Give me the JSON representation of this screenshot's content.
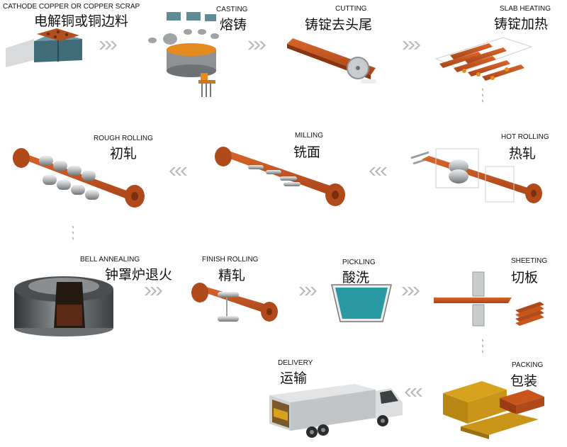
{
  "steps": [
    {
      "en": "CATHODE COPPER OR COPPER SCRAP",
      "zh": "电解铜或铜边料"
    },
    {
      "en": "CASTING",
      "zh": "熔铸"
    },
    {
      "en": "CUTTING",
      "zh": "铸锭去头尾"
    },
    {
      "en": "SLAB HEATING",
      "zh": "铸锭加热"
    },
    {
      "en": "ROUGH ROLLING",
      "zh": "初轧"
    },
    {
      "en": "MILLING",
      "zh": "铣面"
    },
    {
      "en": "HOT ROLLING",
      "zh": "热轧"
    },
    {
      "en": "BELL ANNEALING",
      "zh": "钟罩炉退火"
    },
    {
      "en": "FINISH ROLLING",
      "zh": "精轧"
    },
    {
      "en": "PICKLING",
      "zh": "酸洗"
    },
    {
      "en": "SHEETING",
      "zh": "切板"
    },
    {
      "en": "PACKING",
      "zh": "包装"
    },
    {
      "en": "DELIVERY",
      "zh": "运输"
    }
  ],
  "colors": {
    "copper": "#c8561c",
    "copper_dark": "#8a3410",
    "steel": "#b9bcbe",
    "arrow": "#b5b8ba",
    "acid": "#2a9aa2"
  }
}
